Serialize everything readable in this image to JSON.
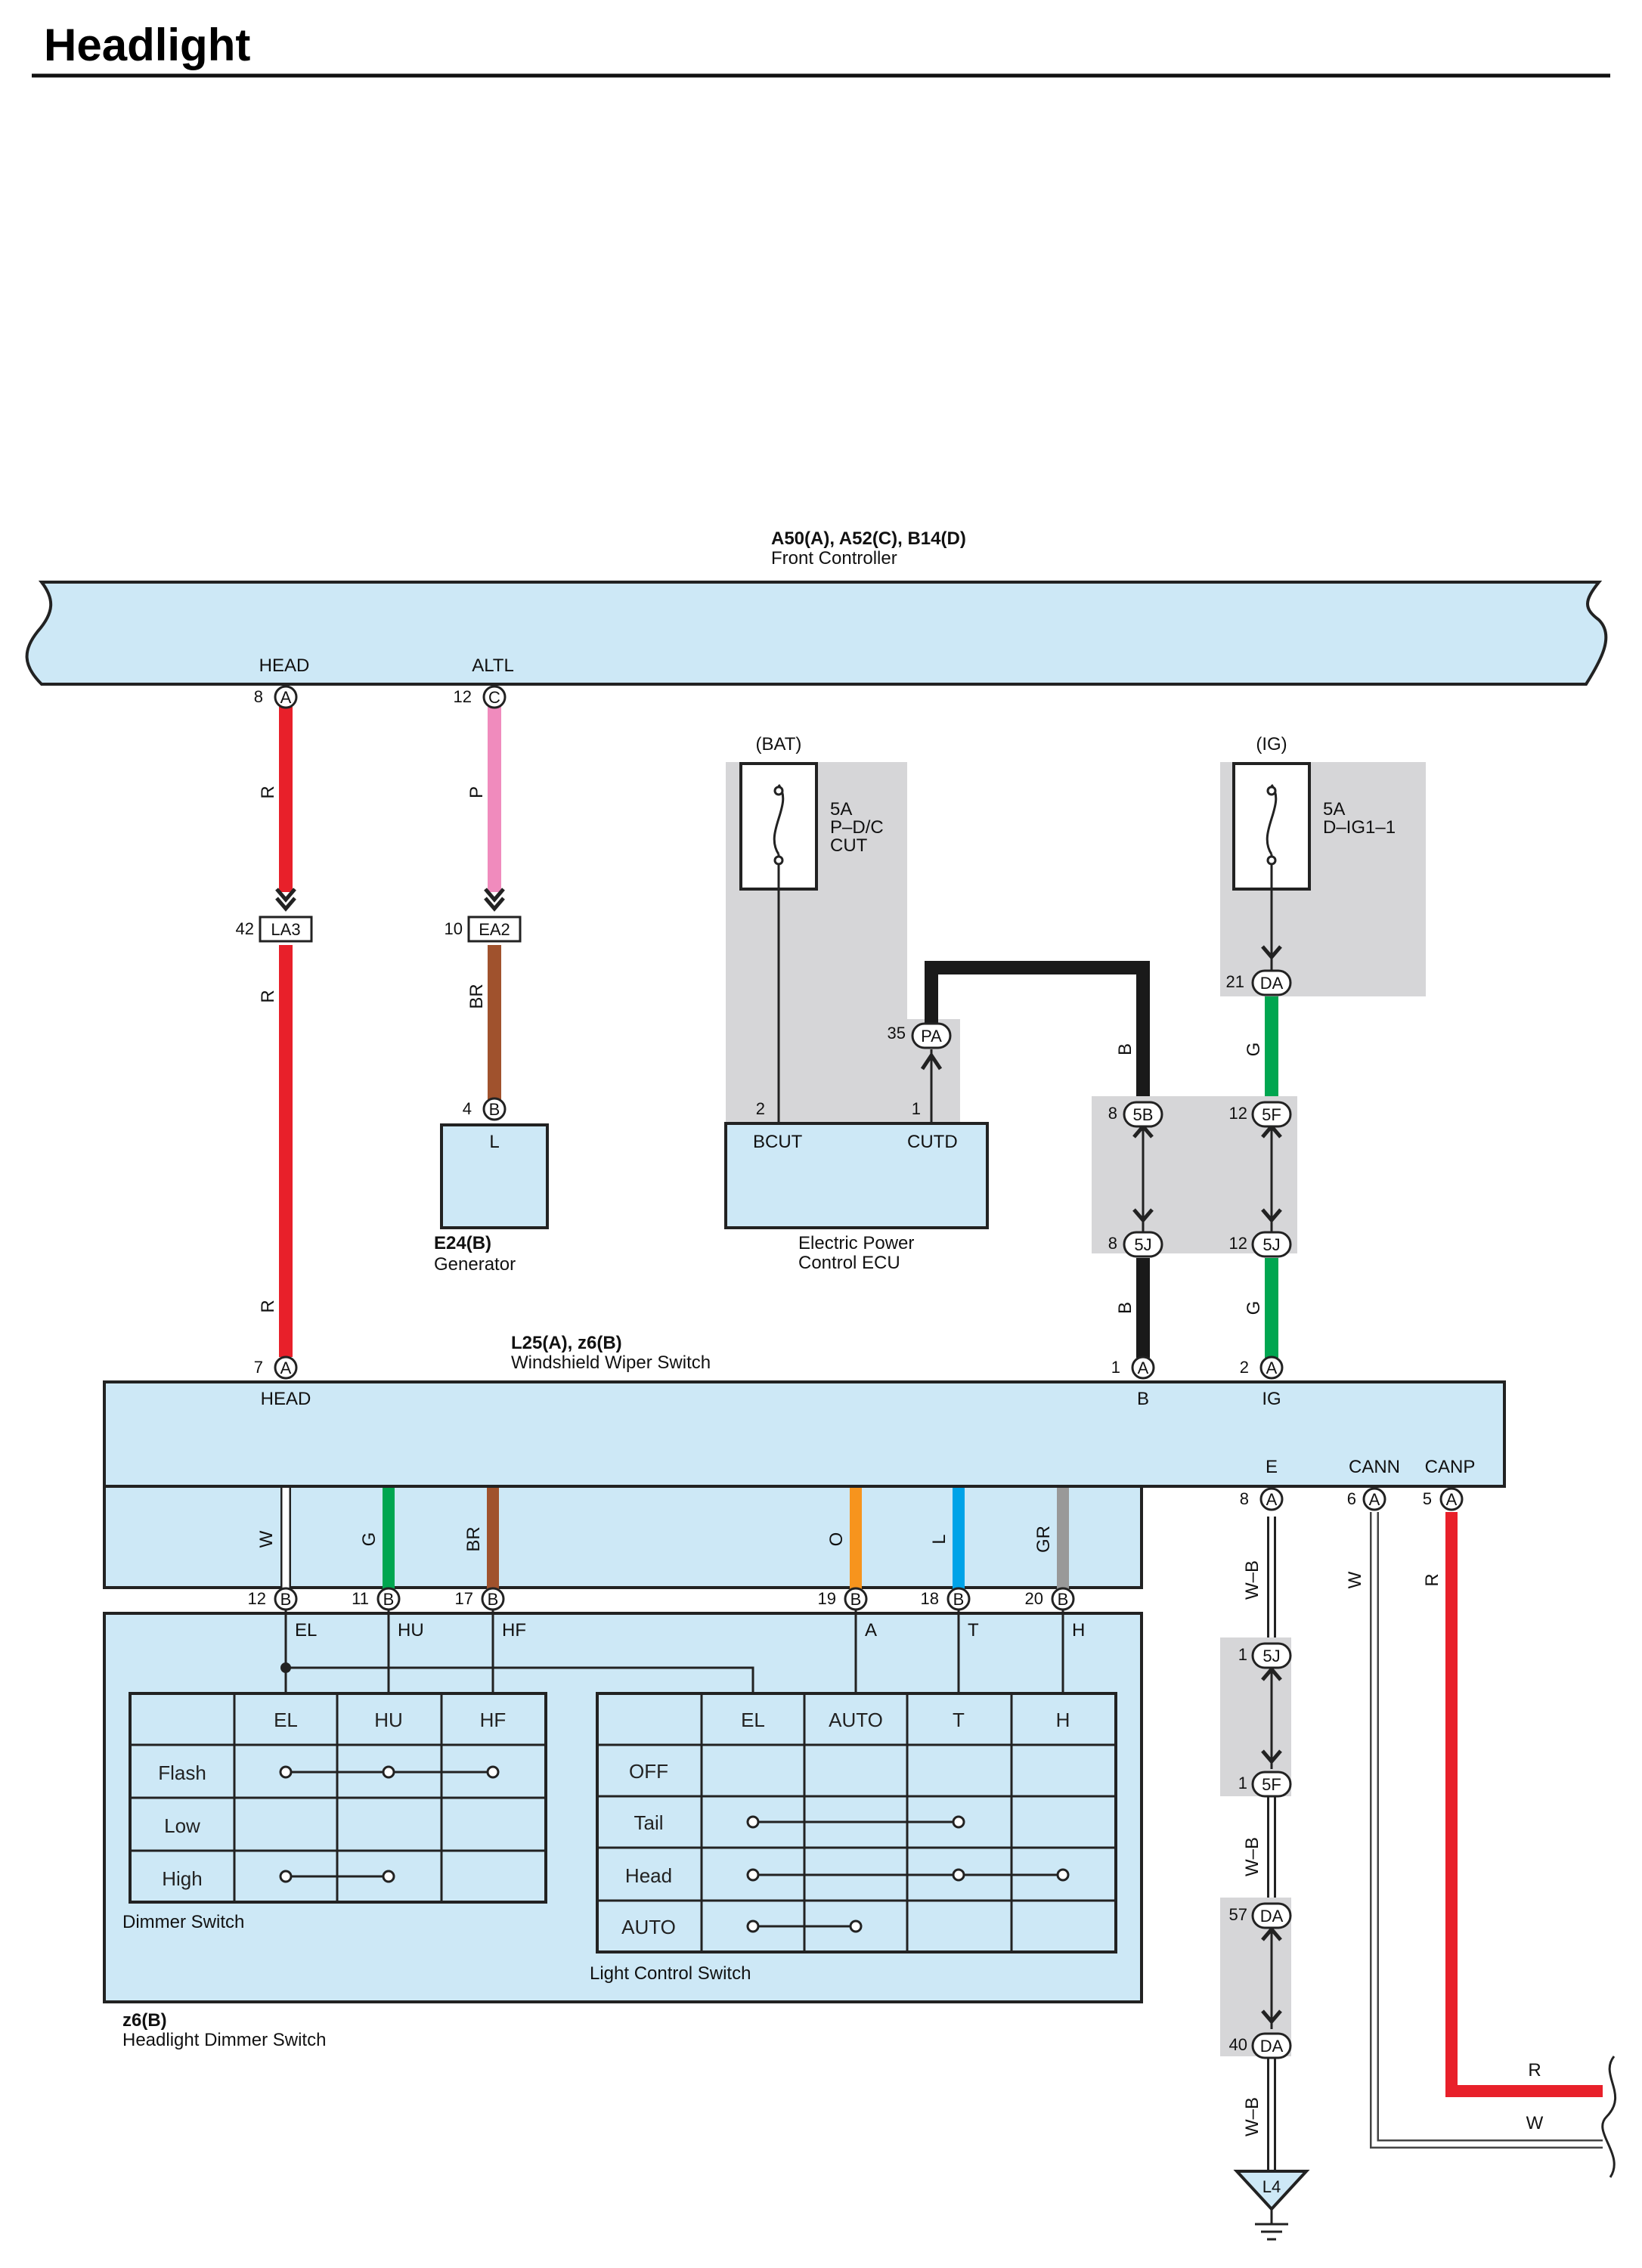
{
  "title": "Headlight",
  "front_controller": {
    "id": "A50(A), A52(C), B14(D)",
    "name": "Front Controller"
  },
  "wiper_switch": {
    "id": "L25(A), z6(B)",
    "name": "Windshield Wiper Switch"
  },
  "generator": {
    "id": "E24(B)",
    "name": "Generator",
    "terminal": "L"
  },
  "epc_ecu": {
    "name_line1": "Electric Power",
    "name_line2": "Control ECU",
    "term_bcut": "BCUT",
    "term_cutd": "CUTD"
  },
  "headlight_dimmer": {
    "id": "z6(B)",
    "name": "Headlight Dimmer Switch"
  },
  "fuse_bat": {
    "source": "(BAT)",
    "line1": "5A",
    "line2": "P–D/C",
    "line3": "CUT"
  },
  "fuse_ig": {
    "source": "(IG)",
    "line1": "5A",
    "line2": "D–IG1–1"
  },
  "terminals": {
    "head": "HEAD",
    "altl": "ALTL",
    "head2": "HEAD",
    "b": "B",
    "ig": "IG",
    "e": "E",
    "cann": "CANN",
    "canp": "CANP",
    "el": "EL",
    "hu": "HU",
    "hf": "HF",
    "a": "A",
    "t": "T",
    "h": "H"
  },
  "pins": {
    "fc_head_num": "8",
    "fc_head_conn": "A",
    "fc_altl_num": "12",
    "fc_altl_conn": "C",
    "la3_num": "42",
    "la3_conn": "LA3",
    "ea2_num": "10",
    "ea2_conn": "EA2",
    "gen_num": "4",
    "gen_conn": "B",
    "pa_num": "35",
    "pa_conn": "PA",
    "bcut_num": "2",
    "cutd_num": "1",
    "da21_num": "21",
    "da21_conn": "DA",
    "b5b_num": "8",
    "b5b_conn": "5B",
    "b5j_num": "8",
    "b5j_conn": "5J",
    "g5f_num": "12",
    "g5f_conn": "5F",
    "g5j_num": "12",
    "g5j_conn": "5J",
    "ws_head_num": "7",
    "ws_head_conn": "A",
    "ws_b_num": "1",
    "ws_b_conn": "A",
    "ws_ig_num": "2",
    "ws_ig_conn": "A",
    "ws_e_num": "8",
    "ws_e_conn": "A",
    "ws_cann_num": "6",
    "ws_cann_conn": "A",
    "ws_canp_num": "5",
    "ws_canp_conn": "A",
    "p12_num": "12",
    "p12_conn": "B",
    "p11_num": "11",
    "p11_conn": "B",
    "p17_num": "17",
    "p17_conn": "B",
    "p19_num": "19",
    "p19_conn": "B",
    "p18_num": "18",
    "p18_conn": "B",
    "p20_num": "20",
    "p20_conn": "B",
    "e5j_num": "1",
    "e5j_conn": "5J",
    "e5f_num": "1",
    "e5f_conn": "5F",
    "eda57_num": "57",
    "eda57_conn": "DA",
    "eda40_num": "40",
    "eda40_conn": "DA",
    "ground": "L4"
  },
  "wires": {
    "head_r1": "R",
    "head_r2": "R",
    "head_r3": "R",
    "altl_p": "P",
    "altl_br": "BR",
    "bat_b1": "B",
    "bat_b2": "B",
    "ig_g1": "G",
    "ig_g2": "G",
    "sw_w": "W",
    "sw_g": "G",
    "sw_br": "BR",
    "sw_o": "O",
    "sw_l": "L",
    "sw_gr": "GR",
    "e_wb1": "W–B",
    "e_wb2": "W–B",
    "e_wb3": "W–B",
    "cann_w": "W",
    "canp_r": "R",
    "out_r": "R",
    "out_w": "W"
  },
  "dimmer_table": {
    "caption": "Dimmer Switch",
    "headers": [
      "EL",
      "HU",
      "HF"
    ],
    "rows": [
      "Flash",
      "Low",
      "High"
    ]
  },
  "light_table": {
    "caption": "Light Control Switch",
    "headers": [
      "EL",
      "AUTO",
      "T",
      "H"
    ],
    "rows": [
      "OFF",
      "Tail",
      "Head",
      "AUTO"
    ]
  },
  "colors": {
    "R": "#e8202a",
    "P": "#f08bbd",
    "BR": "#a0522d",
    "B": "#1a1a1a",
    "G": "#00a650",
    "W": "#ffffff",
    "O": "#f7941d",
    "L": "#00a3e8",
    "GR": "#999999",
    "component_fill": "#cde8f6",
    "shade": "#d6d6d8"
  }
}
